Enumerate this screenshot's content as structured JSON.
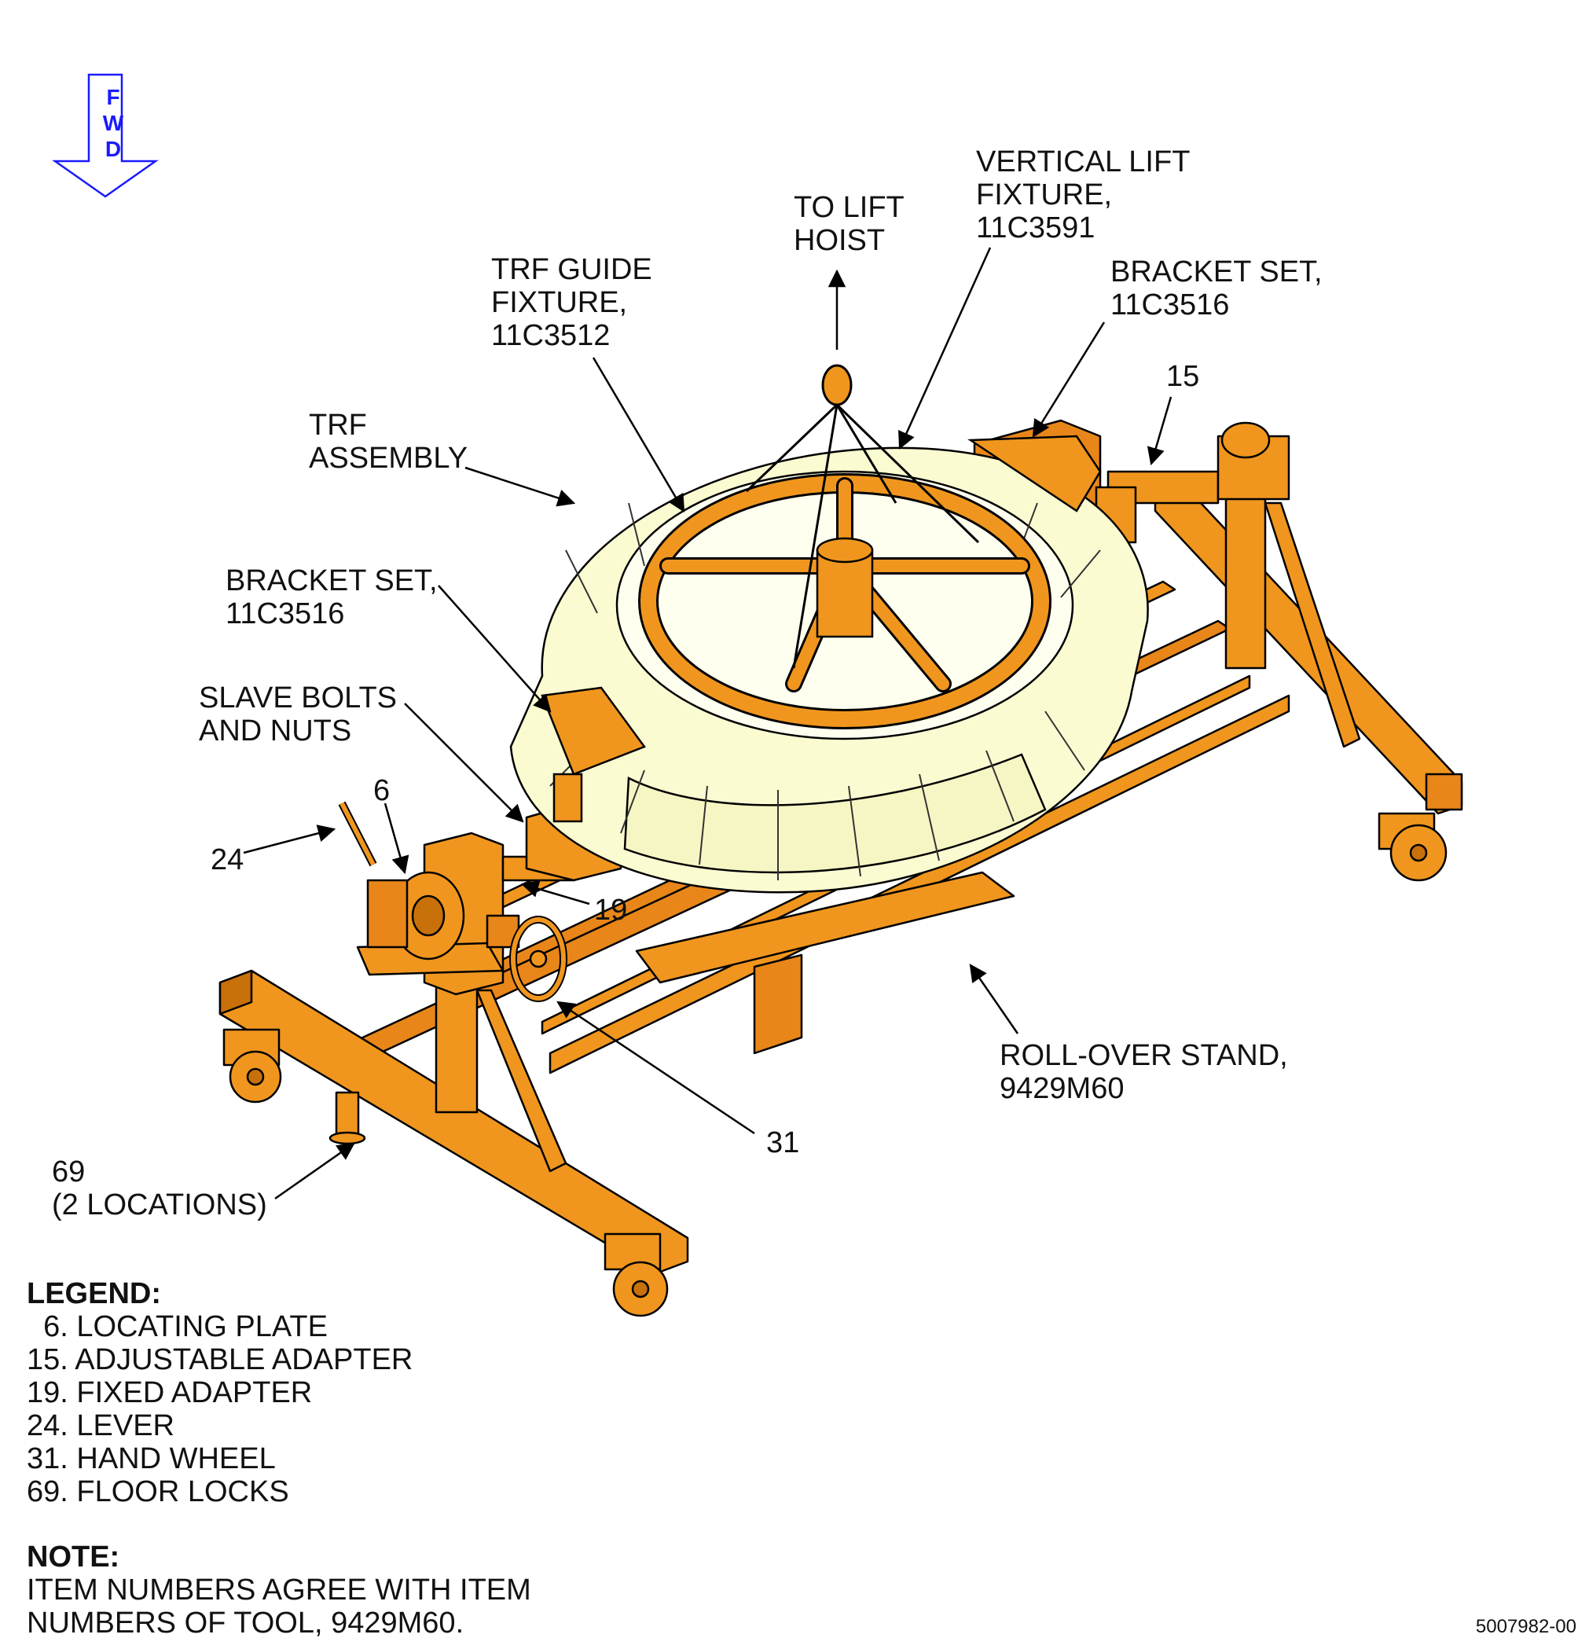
{
  "fwd_indicator": {
    "letters": [
      "F",
      "W",
      "D"
    ],
    "color": "#1a1aff"
  },
  "colors": {
    "stand": "#f0961e",
    "stand_dark": "#c8700a",
    "trf": "#fbfbd2",
    "outline": "#000000"
  },
  "callouts": {
    "to_lift_hoist": "TO LIFT\nHOIST",
    "vertical_lift_fixture": "VERTICAL LIFT\nFIXTURE,\n11C3591",
    "trf_guide_fixture": "TRF GUIDE\nFIXTURE,\n11C3512",
    "bracket_set_right": "BRACKET SET,\n11C3516",
    "item_15": "15",
    "trf_assembly": "TRF\nASSEMBLY",
    "bracket_set_left": "BRACKET SET,\n11C3516",
    "slave_bolts": "SLAVE BOLTS\nAND NUTS",
    "item_6": "6",
    "item_24": "24",
    "item_19": "19",
    "roll_over_stand": "ROLL-OVER STAND,\n9429M60",
    "item_31": "31",
    "item_69": "69\n(2 LOCATIONS)"
  },
  "legend": {
    "title": "LEGEND:",
    "items": [
      "  6. LOCATING PLATE",
      "15. ADJUSTABLE ADAPTER",
      "19. FIXED ADAPTER",
      "24. LEVER",
      "31. HAND WHEEL",
      "69. FLOOR LOCKS"
    ]
  },
  "note": {
    "title": "NOTE:",
    "text": "ITEM NUMBERS AGREE WITH ITEM\nNUMBERS OF TOOL, 9429M60."
  },
  "document_number": "5007982-00"
}
